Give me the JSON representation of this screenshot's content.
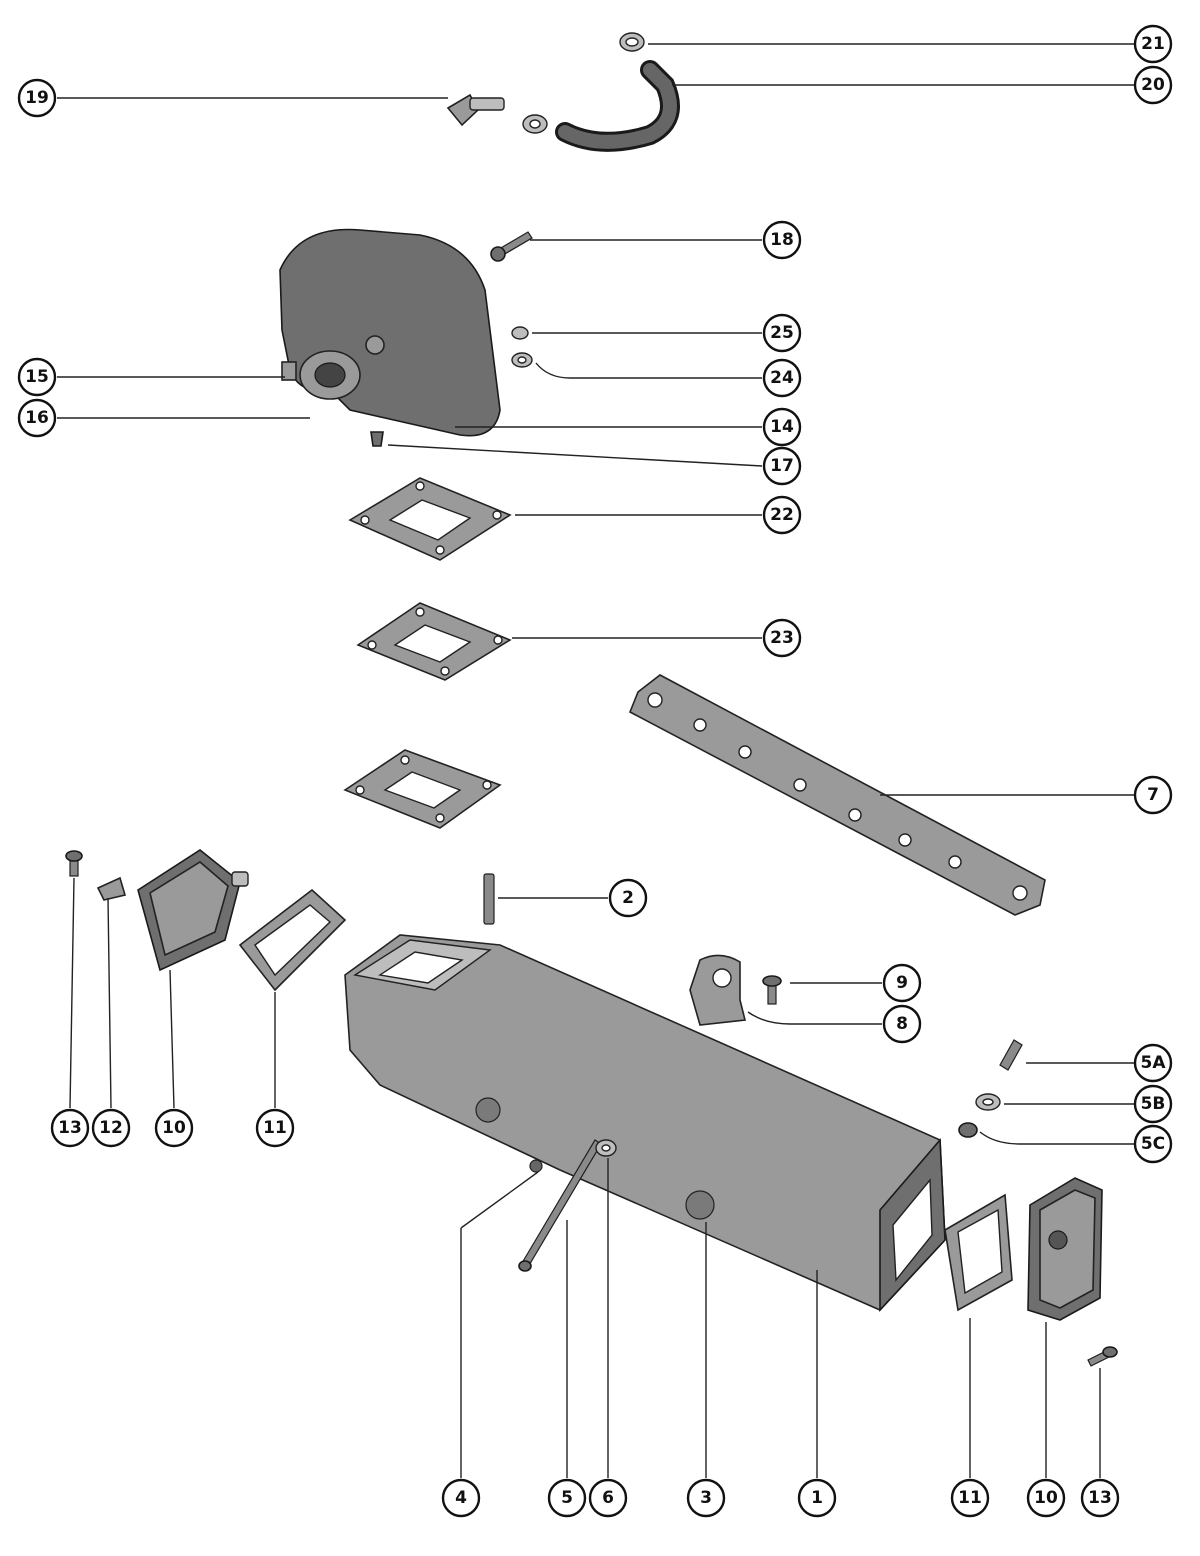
{
  "callouts": [
    {
      "id": "c21",
      "label": "21"
    },
    {
      "id": "c20",
      "label": "20"
    },
    {
      "id": "c19",
      "label": "19"
    },
    {
      "id": "c18",
      "label": "18"
    },
    {
      "id": "c25",
      "label": "25"
    },
    {
      "id": "c24",
      "label": "24"
    },
    {
      "id": "c15",
      "label": "15"
    },
    {
      "id": "c16",
      "label": "16"
    },
    {
      "id": "c14",
      "label": "14"
    },
    {
      "id": "c17",
      "label": "17"
    },
    {
      "id": "c22",
      "label": "22"
    },
    {
      "id": "c23",
      "label": "23"
    },
    {
      "id": "c7",
      "label": "7"
    },
    {
      "id": "c2",
      "label": "2"
    },
    {
      "id": "c9",
      "label": "9"
    },
    {
      "id": "c8",
      "label": "8"
    },
    {
      "id": "c5A",
      "label": "5A"
    },
    {
      "id": "c5B",
      "label": "5B"
    },
    {
      "id": "c5C",
      "label": "5C"
    },
    {
      "id": "c13a",
      "label": "13"
    },
    {
      "id": "c12",
      "label": "12"
    },
    {
      "id": "c10a",
      "label": "10"
    },
    {
      "id": "c11a",
      "label": "11"
    },
    {
      "id": "c4",
      "label": "4"
    },
    {
      "id": "c5",
      "label": "5"
    },
    {
      "id": "c6",
      "label": "6"
    },
    {
      "id": "c3",
      "label": "3"
    },
    {
      "id": "c1",
      "label": "1"
    },
    {
      "id": "c11b",
      "label": "11"
    },
    {
      "id": "c10b",
      "label": "10"
    },
    {
      "id": "c13b",
      "label": "13"
    }
  ]
}
